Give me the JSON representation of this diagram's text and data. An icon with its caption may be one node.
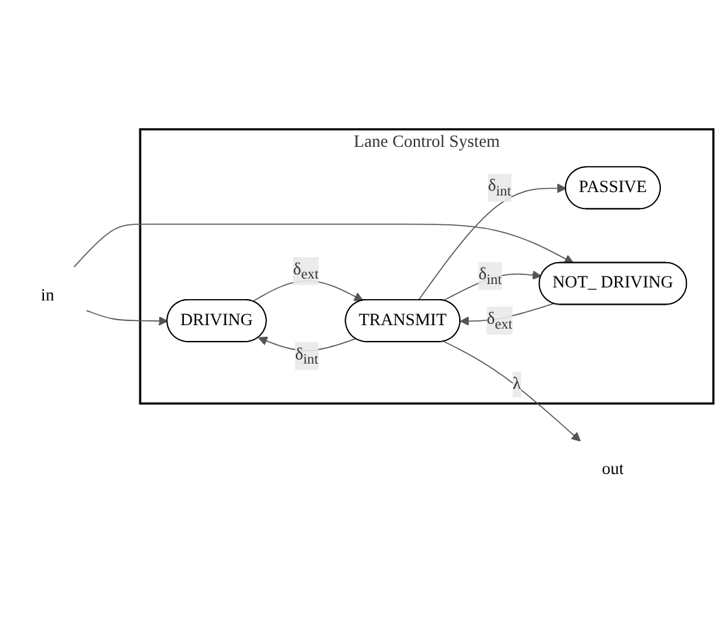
{
  "diagram": {
    "nodes": [
      {
        "text": [
          "Lane Control System"
        ]
      },
      {
        "text": [
          "PASSIVE"
        ],
        "in": 0
      },
      {
        "text": [
          "DRIVING"
        ],
        "in": 0
      },
      {
        "text": [
          "NOT_ DRIVING"
        ],
        "in": 0
      },
      {
        "text": [
          "TRANSMIT"
        ],
        "in": 0
      },
      {
        "text": [
          "in"
        ]
      },
      {
        "text": [
          "out"
        ]
      }
    ],
    "edges": [
      {
        "from": 5,
        "to": 2,
        "arrow": "to"
      },
      {
        "from": 5,
        "to": 3,
        "arrow": "to"
      },
      {
        "from": 2,
        "to": 4,
        "arrow": "to",
        "label": "δ$_{ext}$"
      },
      {
        "from": 3,
        "to": 4,
        "arrow": "to",
        "label": "δ$_{ext}$"
      },
      {
        "from": 4,
        "to": 1,
        "arrow": "to",
        "label": "δ$_{int}$"
      },
      {
        "from": 4,
        "to": 2,
        "arrow": "to",
        "label": "δ$_{int}$"
      },
      {
        "from": 4,
        "to": 3,
        "arrow": "to",
        "label": "δ$_{int}$"
      },
      {
        "from": 4,
        "to": 6,
        "arrow": "to",
        "label": "λ"
      }
    ]
  }
}
